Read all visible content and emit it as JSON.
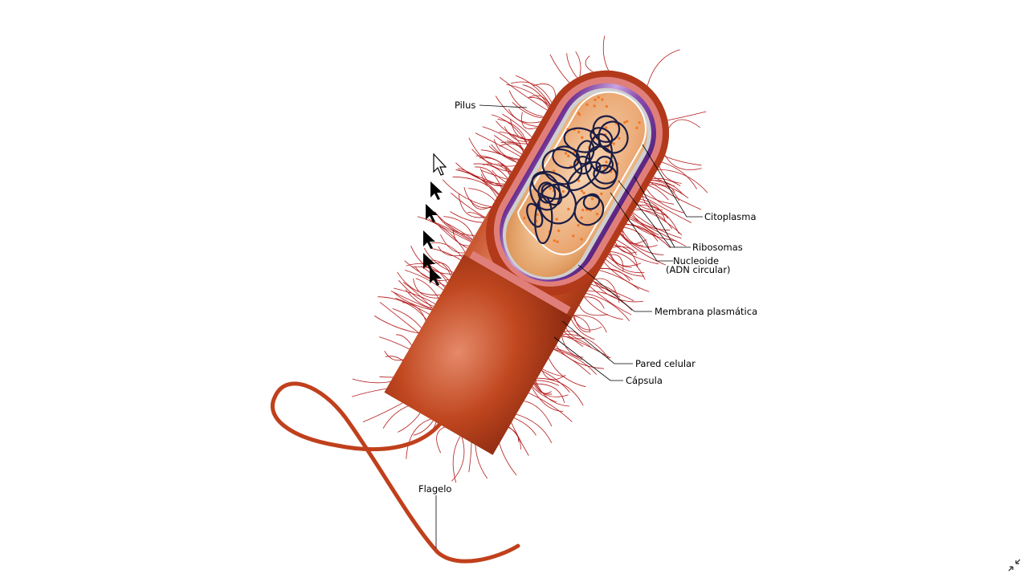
{
  "labels": {
    "pilus": "Pilus",
    "citoplasma": "Citoplasma",
    "ribosomas": "Ribosomas",
    "nucleoide_1": "Nucleoide",
    "nucleoide_2": "(ADN circular)",
    "membrana": "Membrana plasmática",
    "pared": "Pared celular",
    "capsula": "Cápsula",
    "flagelo": "Flagelo"
  },
  "colors": {
    "capsule": "#b5381a",
    "capsule_dark": "#8a2a14",
    "wall": "#e07f7a",
    "membrane": "#7d3fa0",
    "membrane_light": "#c7a0dc",
    "cytoplasm": "#f1c79a",
    "ribosome": "#f07a2a",
    "dna": "#1a1d45",
    "pili": "#b3191a",
    "flagellum": "#c0401c"
  },
  "icons": {
    "cursor": "mouse-pointer-icon",
    "exit_fullscreen": "exit-fullscreen-icon"
  }
}
